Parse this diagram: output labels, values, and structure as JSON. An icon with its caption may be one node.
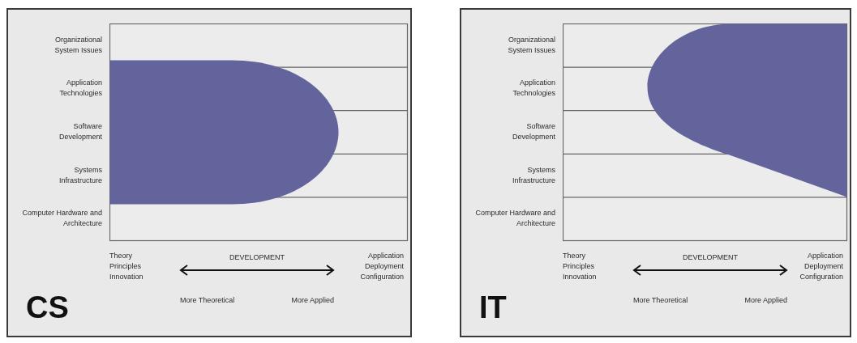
{
  "diagram": {
    "nodes": [
      {
        "text": [
          "CS"
        ]
      },
      {
        "text": [
          "IT"
        ]
      }
    ],
    "labels": [
      "Organizational System Issues",
      "Application Technologies",
      "Software Development",
      "Systems Infrastructure",
      "Computer Hardware and Architecture",
      "Theory Principles Innovation",
      "DEVELOPMENT",
      "Application Deployment Configuration",
      "More Theoretical",
      "More Applied",
      "Organizational System Issues",
      "Application Technologies",
      "Software Development",
      "Systems Infrastructure",
      "Computer Hardware and Architecture",
      "Theory Principles Innovation",
      "DEVELOPMENT",
      "Application Deployment Configuration",
      "More Theoretical",
      "More Applied"
    ]
  }
}
